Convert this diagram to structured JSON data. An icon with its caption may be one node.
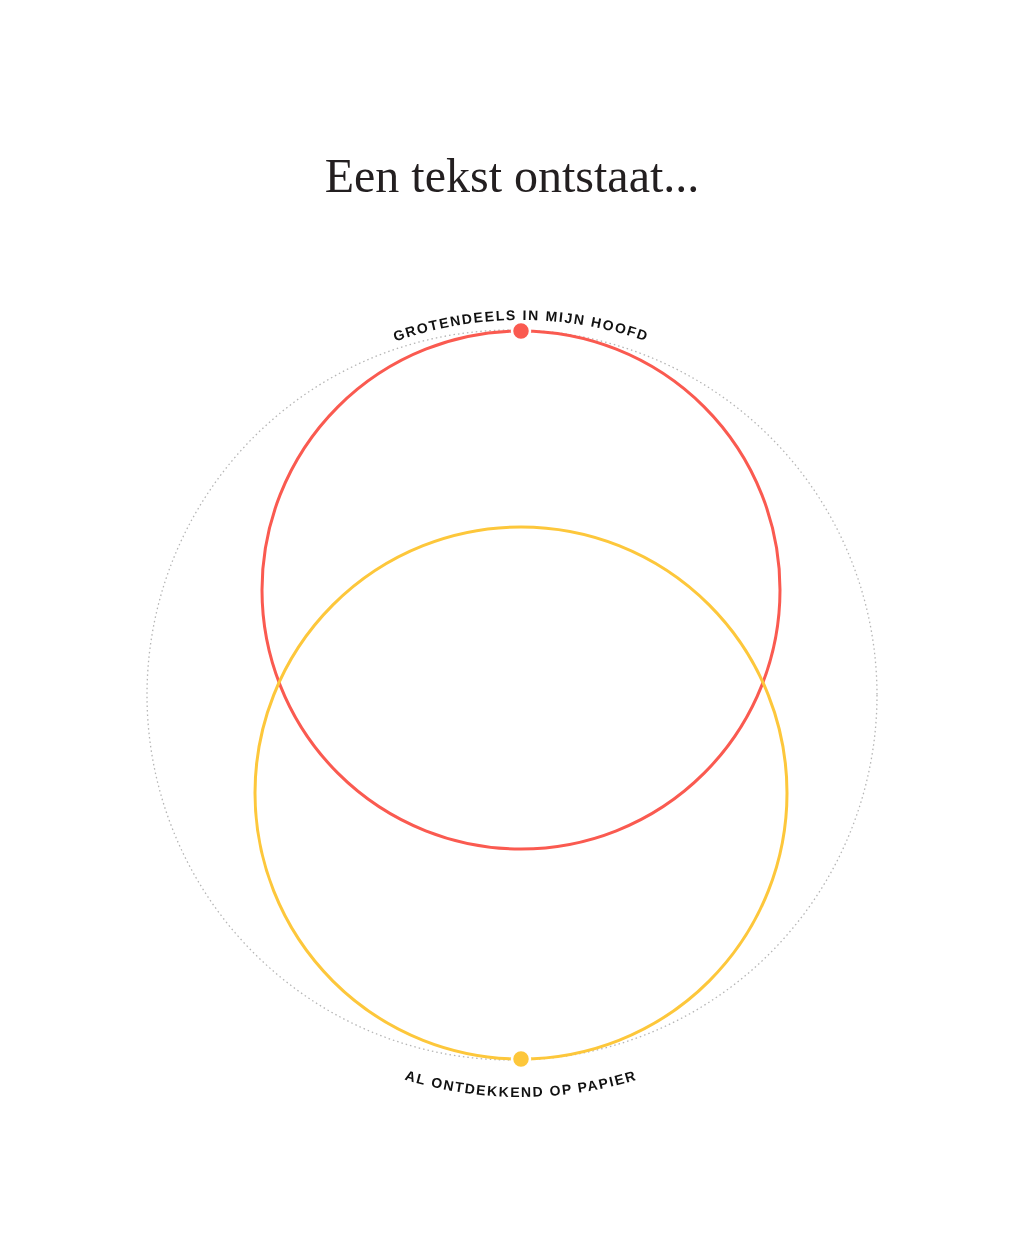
{
  "diagram": {
    "title": "Een tekst ontstaat...",
    "nodes": [
      {
        "text": [
          "GROTENDEELS IN MIJN HOOFD"
        ]
      },
      {
        "text": [
          "AL ONTDEKKEND OP PAPIER"
        ]
      }
    ]
  }
}
